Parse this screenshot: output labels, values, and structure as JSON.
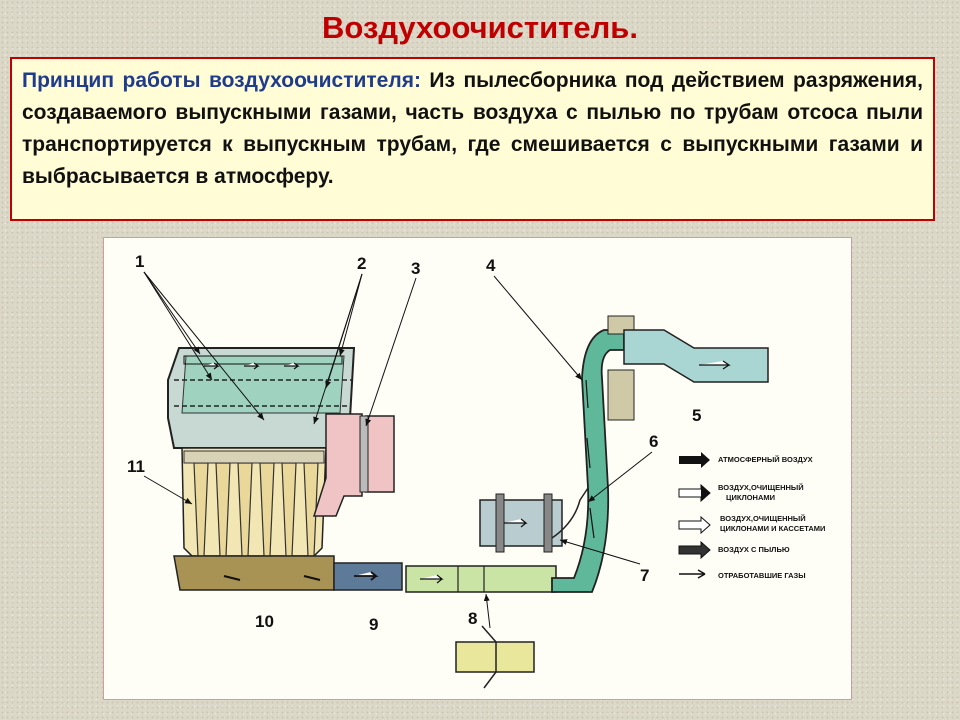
{
  "title": "Воздухоочиститель.",
  "description": {
    "lead": "Принцип работы воздухоочистителя:",
    "body": " Из пылесборника под действием разряжения, создаваемого выпускными газами, часть воздуха с пылью по трубам отсоса пыли транспортируется к выпускным трубам, где смешивается с выпускными газами и выбрасывается в атмосферу."
  },
  "diagram": {
    "labels": {
      "n1": "1",
      "n2": "2",
      "n3": "3",
      "n4": "4",
      "n5": "5",
      "n6": "6",
      "n7": "7",
      "n8": "8",
      "n9": "9",
      "n10": "10",
      "n11": "11"
    },
    "legend": [
      {
        "text": "АТМОСФЕРНЫЙ ВОЗДУХ",
        "style": "solid-black"
      },
      {
        "text": "ВОЗДУХ,ОЧИЩЕННЫЙ",
        "text2": "ЦИКЛОНАМИ",
        "style": "white-black-tip"
      },
      {
        "text": "ВОЗДУХ,ОЧИЩЕННЫЙ",
        "text2": "ЦИКЛОНАМИ И КАССЕТАМИ",
        "style": "white"
      },
      {
        "text": "ВОЗДУХ С ПЫЛЬЮ",
        "style": "dark"
      },
      {
        "text": "ОТРАБОТАВШИЕ ГАЗЫ",
        "style": "thin"
      }
    ],
    "colors": {
      "cyclone_housing": "#c8d8d2",
      "cassette": "#9fd3c0",
      "cyclones": "#f1e6b4",
      "dust_collector": "#a89254",
      "dust_pipe": "#5e7a99",
      "outlet": "#f0c4c4",
      "exhaust": "#5fb89a",
      "exhaust_outlet": "#a9d5d2",
      "ejector": "#c9e4a4",
      "valve": "#e9e79b",
      "manifold": "#b9cccf"
    }
  }
}
